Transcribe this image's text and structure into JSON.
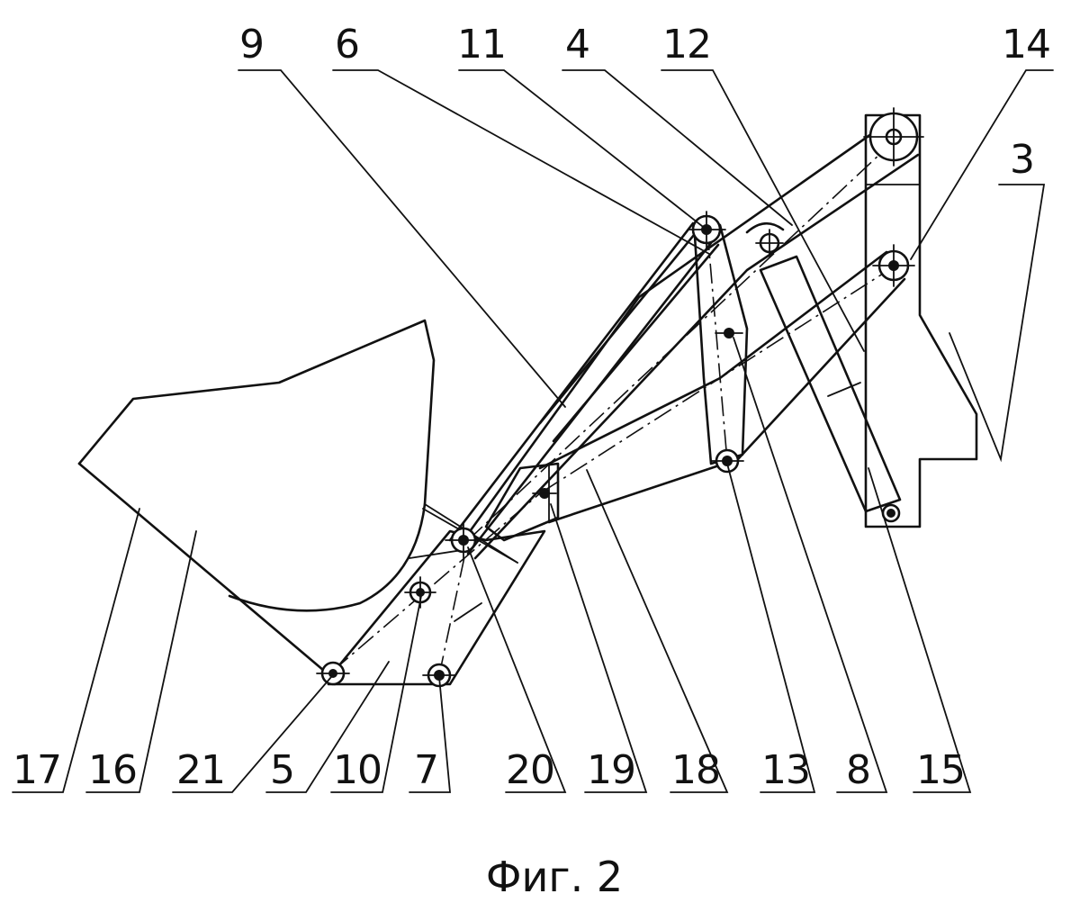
{
  "figure": {
    "caption": "Фиг. 2"
  },
  "labels": {
    "top": [
      "9",
      "6",
      "11",
      "4",
      "12",
      "14",
      "3"
    ],
    "bottom": [
      "17",
      "16",
      "21",
      "5",
      "10",
      "7",
      "20",
      "19",
      "18",
      "13",
      "8",
      "15"
    ]
  },
  "colors": {
    "ink": "#111111",
    "paper": "#ffffff"
  }
}
